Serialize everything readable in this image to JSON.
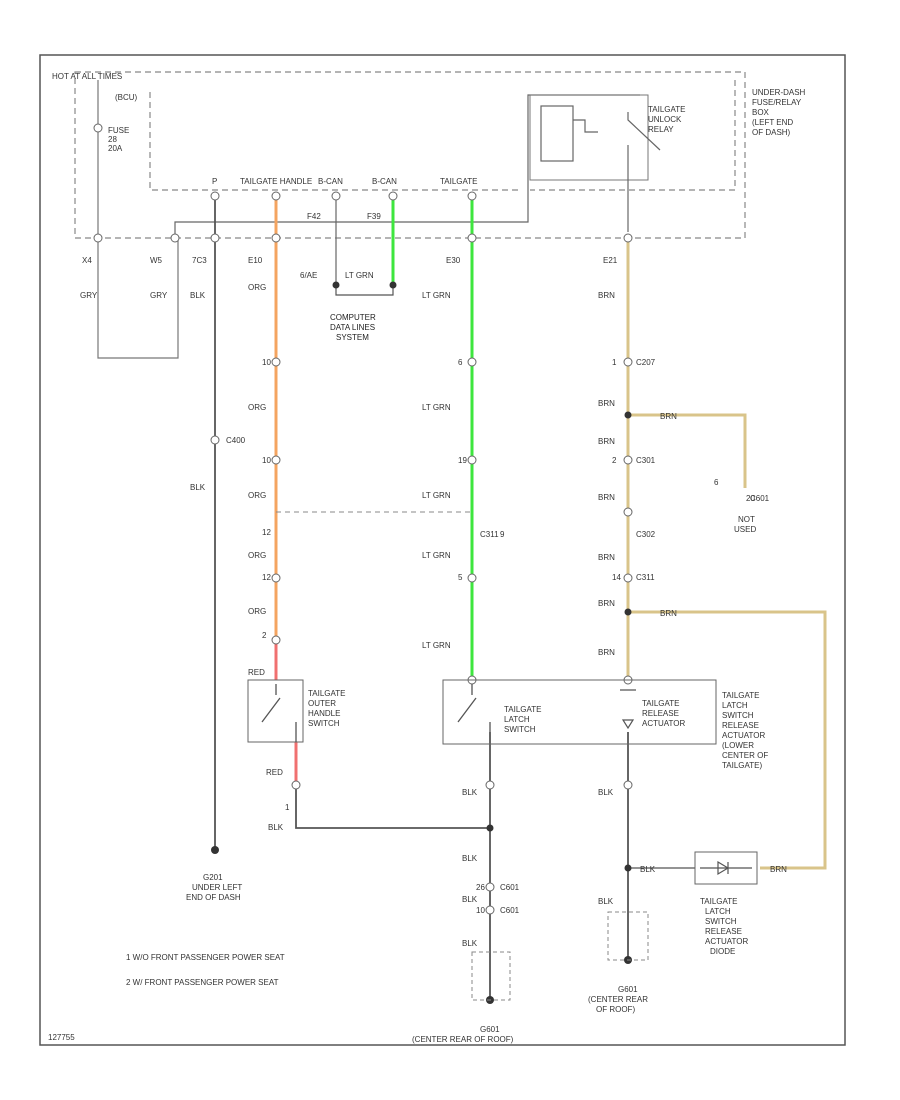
{
  "colors": {
    "orange": "#f4a460",
    "green": "#3ee63e",
    "tan": "#d9c48a",
    "red": "#f07070",
    "wire": "#555555",
    "dash": "#888888"
  },
  "fuse_box": {
    "title": "HOT AT ALL TIMES",
    "relay_name": "(BCU)",
    "fuse": {
      "label": "FUSE",
      "num": "28",
      "amps": "20A"
    },
    "junction_desc": [
      "UNDER-DASH",
      "FUSE/RELAY",
      "BOX",
      "(LEFT END",
      "OF DASH)"
    ],
    "relay_label": [
      "TAILGATE",
      "UNLOCK",
      "RELAY"
    ],
    "terminals": [
      "P",
      "TAILGATE HANDLE",
      "B-CAN",
      "B-CAN",
      "TAILGATE"
    ],
    "pins": [
      "X4",
      "W5",
      "7C3",
      "E10",
      "F42",
      "F39",
      "E30",
      "E21"
    ]
  },
  "wire_colors": {
    "gry": "GRY",
    "blk": "BLK",
    "org": "ORG",
    "ltgrn": "LT GRN",
    "brn": "BRN",
    "red": "RED"
  },
  "connectors": {
    "c400": "C400",
    "c207": "C207",
    "c301": "C301",
    "c302": "C302",
    "c311": "C311",
    "c601": "C601",
    "can": "6/AE"
  },
  "pin_nums": [
    "10",
    "10",
    "6",
    "19",
    "1",
    "2",
    "12",
    "5",
    "12",
    "2",
    "1",
    "14",
    "20",
    "9",
    "26",
    "10",
    "6"
  ],
  "computer": [
    "COMPUTER",
    "DATA LINES",
    "SYSTEM"
  ],
  "not_used": [
    "NOT",
    "USED"
  ],
  "switches": {
    "outer_handle": [
      "TAILGATE",
      "OUTER",
      "HANDLE",
      "SWITCH"
    ],
    "latch": [
      "TAILGATE",
      "LATCH",
      "SWITCH"
    ],
    "release": [
      "TAILGATE",
      "RELEASE",
      "ACTUATOR"
    ],
    "latch_assembly": [
      "TAILGATE",
      "LATCH",
      "SWITCH",
      "RELEASE",
      "ACTUATOR",
      "(LOWER",
      "CENTER OF",
      "TAILGATE)"
    ],
    "diode": [
      "TAILGATE",
      "LATCH",
      "SWITCH",
      "RELEASE",
      "ACTUATOR",
      "DIODE"
    ]
  },
  "grounds": {
    "g201": [
      "G201",
      "UNDER LEFT",
      "END OF DASH"
    ],
    "g601_right": [
      "G601",
      "(CENTER REAR",
      "OF ROOF)"
    ],
    "g601_bottom": [
      "G601",
      "(CENTER REAR OF ROOF)"
    ]
  },
  "notes": [
    "1  W/O FRONT PASSENGER POWER SEAT",
    "2  W/ FRONT PASSENGER POWER SEAT"
  ],
  "footer_code": "127755"
}
